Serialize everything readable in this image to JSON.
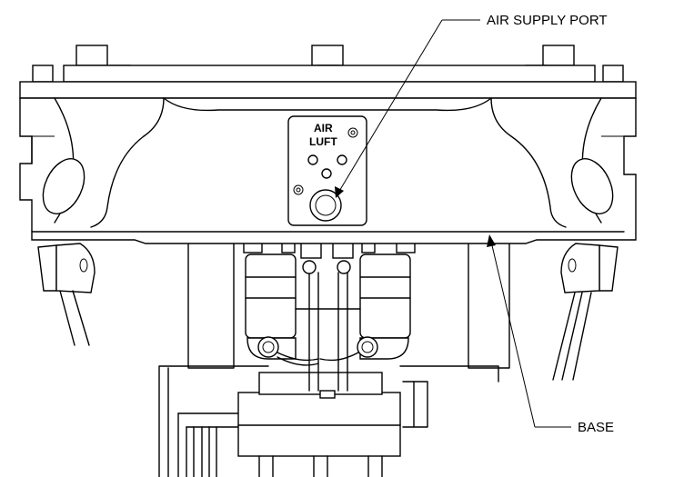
{
  "callouts": {
    "air_supply_port": "AIR SUPPLY PORT",
    "base": "BASE"
  },
  "plate": {
    "line1": "AIR",
    "line2": "LUFT"
  },
  "colors": {
    "line": "#000000",
    "background": "#ffffff"
  }
}
